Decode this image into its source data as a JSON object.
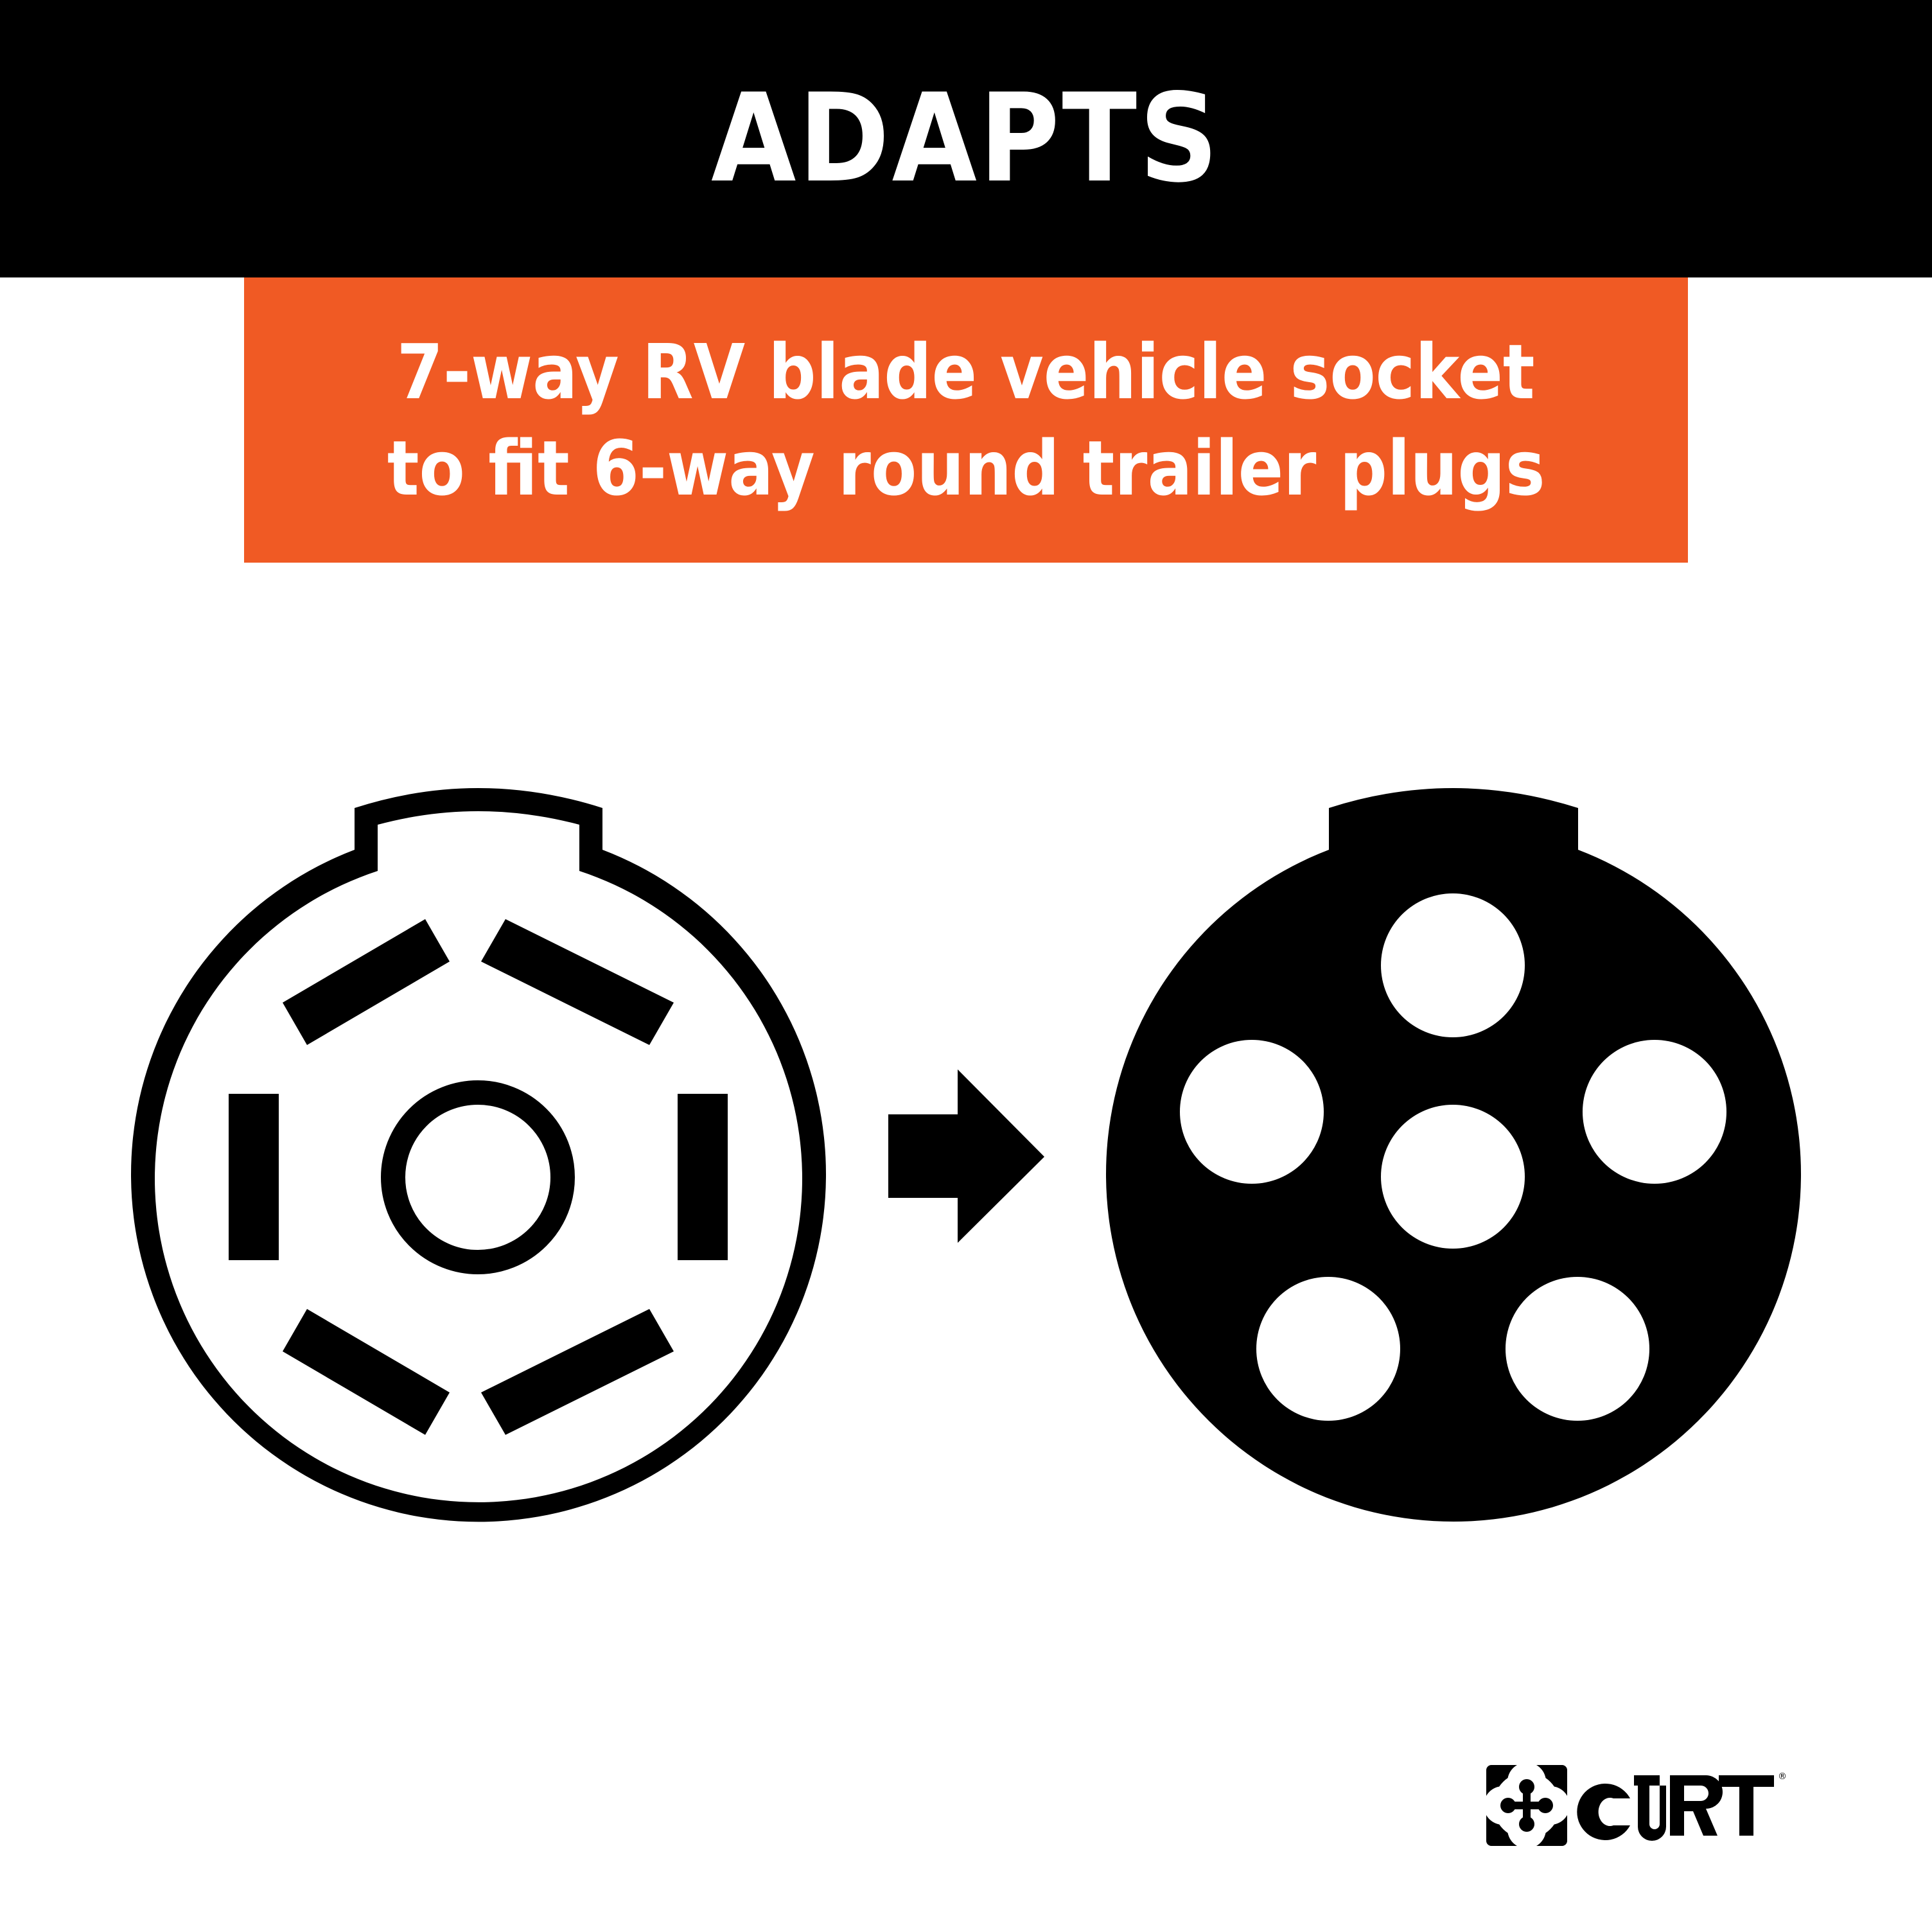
{
  "header": {
    "title": "ADAPTS",
    "background": "#000000",
    "text_color": "#ffffff"
  },
  "banner": {
    "line1": "7-way RV blade vehicle socket",
    "line2": "to fit 6-way round trailer plugs",
    "background": "#f05a24",
    "text_color": "#ffffff"
  },
  "diagram": {
    "source_connector": {
      "type": "7-way RV blade socket",
      "style": "outline",
      "blade_count": 6,
      "center_pin": "ring"
    },
    "arrow": {
      "direction": "right",
      "icon": "arrow-right-icon"
    },
    "target_connector": {
      "type": "6-way round plug",
      "style": "filled",
      "pin_holes": 6
    }
  },
  "brand": {
    "name": "CURT",
    "trademark": "®"
  }
}
